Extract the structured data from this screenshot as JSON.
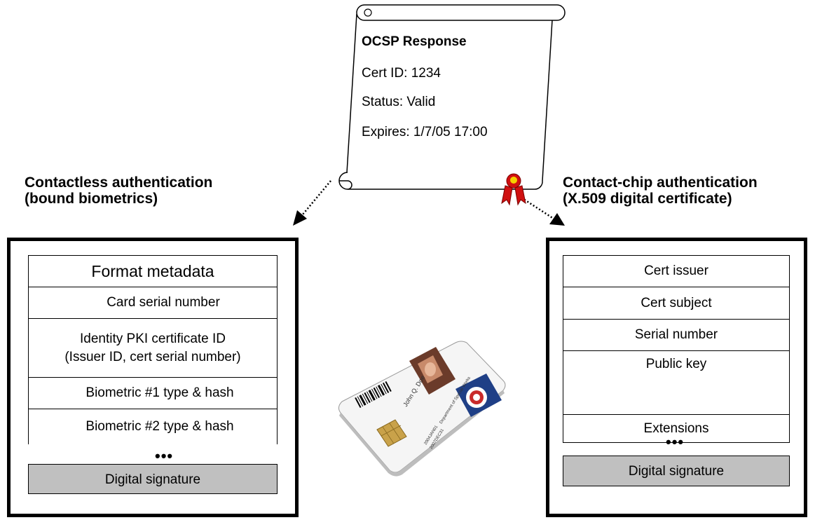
{
  "ocsp": {
    "title": "OCSP Response",
    "cert_id": "Cert ID:  1234",
    "status": "Status:  Valid",
    "expires": "Expires:  1/7/05 17:00"
  },
  "left": {
    "heading_line1": "Contactless authentication",
    "heading_line2": "(bound biometrics)",
    "rows": [
      "Format metadata",
      "Card serial number",
      "Identity PKI certificate ID",
      "(Issuer ID, cert serial number)",
      "Biometric #1 type & hash",
      "Biometric #2 type & hash"
    ],
    "ellipsis": "•••",
    "signature": "Digital signature"
  },
  "right": {
    "heading_line1": "Contact-chip authentication",
    "heading_line2": "(X.509 digital certificate)",
    "rows": [
      "Cert issuer",
      "Cert subject",
      "Serial number",
      "Public key",
      "Extensions"
    ],
    "ellipsis": "•••",
    "signature": "Digital signature"
  },
  "card": {
    "name": "John Q. Doe",
    "department": "Department of Special Works",
    "date1": "2004JAN01",
    "date2": "2007DEC31"
  },
  "colors": {
    "signature_fill": "#c0c0c0",
    "seal_red": "#d01010",
    "seal_gold": "#f5d000",
    "card_blue": "#1f3f86"
  }
}
